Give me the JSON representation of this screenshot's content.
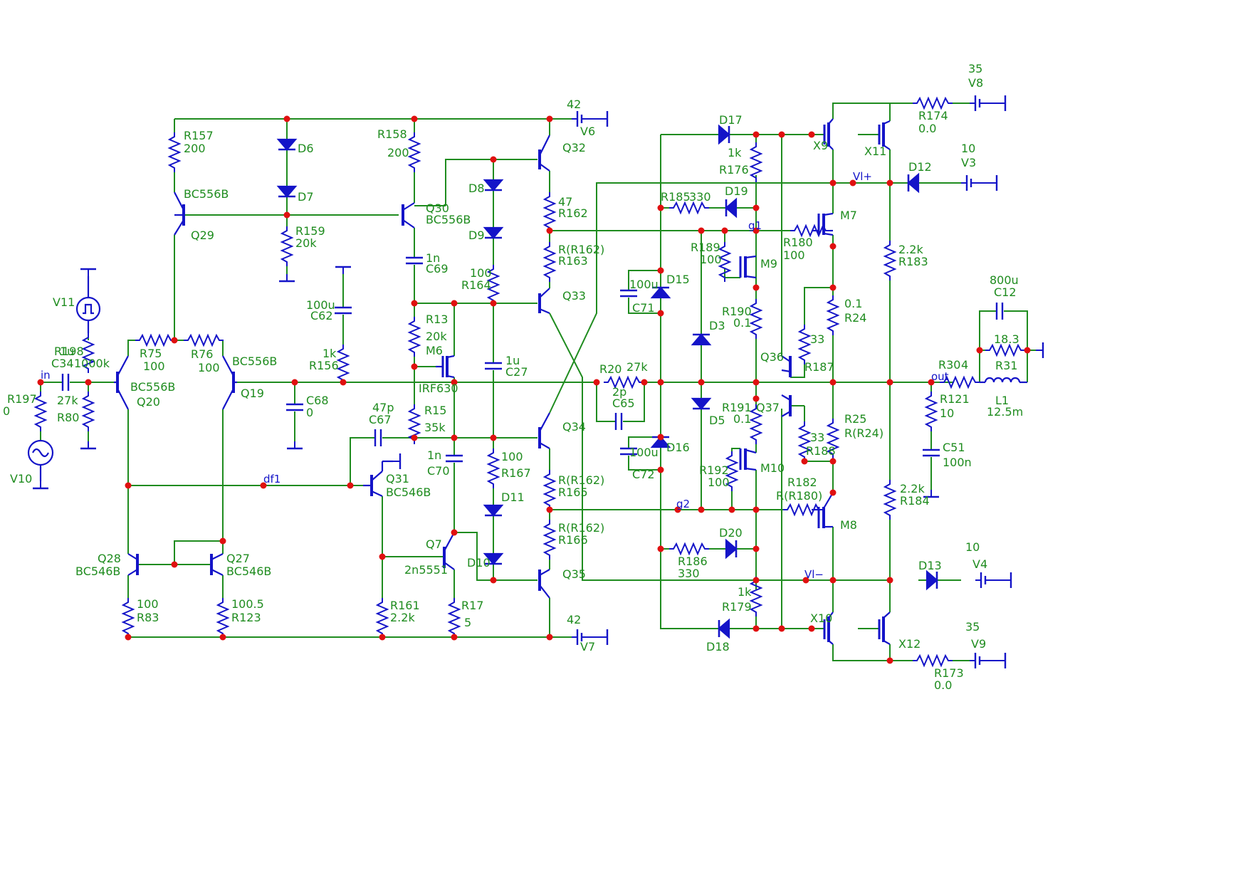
{
  "diagram": {
    "labels": {
      "v6_val": "42",
      "v6": "V6",
      "v7_val": "42",
      "v7": "V7",
      "v8_val": "35",
      "v8": "V8",
      "v9_val": "35",
      "v9": "V9",
      "v3_val": "10",
      "v3": "V3",
      "v4_val": "10",
      "v4": "V4",
      "r157": "R157",
      "r157_val": "200",
      "d6": "D6",
      "d7": "D7",
      "r158": "R158",
      "r158_val": "200",
      "q29_type": "BC556B",
      "q29": "Q29",
      "r159": "R159",
      "r159_val": "20k",
      "q30": "Q30",
      "q30_type": "BC556B",
      "q32": "Q32",
      "d8": "D8",
      "d9": "D9",
      "r162_val": "47",
      "r162": "R162",
      "r163_val": "R(R162)",
      "r163": "R163",
      "c69_val": "1n",
      "c69": "C69",
      "r164_val": "100",
      "r164": "R164",
      "q33": "Q33",
      "r13": "R13",
      "r13_val": "20k",
      "m6": "M6",
      "m6_type": "IRF630",
      "c27_val": "1u",
      "c27": "C27",
      "c62_val": "100u",
      "c62": "C62",
      "r156_val": "1k",
      "r156": "R156",
      "c68": "C68",
      "c68_val": "0",
      "v11": "V11",
      "r198": "R198",
      "r198_val": "1000k",
      "c34_val": "1u",
      "c34": "C34",
      "in_net": "in",
      "r197": "R197",
      "r197_val": "0",
      "r80_val": "27k",
      "r80": "R80",
      "v10": "V10",
      "r75": "R75",
      "r75_val": "100",
      "r76": "R76",
      "r76_val": "100",
      "q20_type": "BC556B",
      "q20": "Q20",
      "q19_type": "BC556B",
      "q19": "Q19",
      "c67_val": "47p",
      "c67": "C67",
      "r15": "R15",
      "r15_val": "35k",
      "c70_val": "1n",
      "c70": "C70",
      "q31": "Q31",
      "q31_type": "BC546B",
      "df1": "df1",
      "q34": "Q34",
      "r167_val": "100",
      "r167": "R167",
      "d11": "D11",
      "r165_val": "R(R162)",
      "r165": "R165",
      "r166_val": "R(R162)",
      "r166": "R166",
      "q7": "Q7",
      "q7_type": "2n5551",
      "d10": "D10",
      "q35": "Q35",
      "r161": "R161",
      "r161_val": "2.2k",
      "r17": "R17",
      "r17_val": "5",
      "q28": "Q28",
      "q28_type": "BC546B",
      "q27": "Q27",
      "q27_type": "BC546B",
      "r83_val": "100",
      "r83": "R83",
      "r123_val": "100.5",
      "r123": "R123",
      "d17": "D17",
      "r176_val": "1k",
      "r176": "R176",
      "x9": "X9",
      "x11": "X11",
      "r174": "R174",
      "r174_val": "0.0",
      "d12": "D12",
      "vl_plus": "Vl+",
      "r185": "R185",
      "r185_val": "330",
      "d19": "D19",
      "g1": "g1",
      "r180": "R180",
      "r180_val": "100",
      "m7": "M7",
      "r189": "R189",
      "r189_val": "100",
      "m9": "M9",
      "r183_val": "2.2k",
      "r183": "R183",
      "c71_val": "100u",
      "c71": "C71",
      "d15": "D15",
      "r190": "R190",
      "r190_val": "0.1",
      "r24_val": "0.1",
      "r24": "R24",
      "c12_val": "800u",
      "c12": "C12",
      "d3": "D3",
      "q36": "Q36",
      "r187_val": "33",
      "r187": "R187",
      "r31_val": "18.3",
      "r31": "R31",
      "r20": "R20",
      "r20_val": "27k",
      "c65_val": "2p",
      "c65": "C65",
      "r30": "R30",
      "r30_val": "4",
      "out_net": "out",
      "d5": "D5",
      "r191": "R191",
      "r191_val": "0.1",
      "q37": "Q37",
      "r25": "R25",
      "r25_val": "R(R24)",
      "r121": "R121",
      "r121_val": "10",
      "l1": "L1",
      "l1_val": "12.5m",
      "c72_val": "100u",
      "c72": "C72",
      "d16": "D16",
      "r188_val": "33",
      "r188": "R188",
      "c51": "C51",
      "c51_val": "100n",
      "r192": "R192",
      "r192_val": "100",
      "m10": "M10",
      "r182": "R182",
      "r182_val": "R(R180)",
      "r184_val": "2.2k",
      "r184": "R184",
      "g2": "g2",
      "m8": "M8",
      "d20": "D20",
      "r186": "R186",
      "r186_val": "330",
      "d13": "D13",
      "vl_minus": "Vl−",
      "r179_val": "1k",
      "r179": "R179",
      "d18": "D18",
      "x10": "X10",
      "x12": "X12",
      "r173": "R173",
      "r173_val": "0.0"
    },
    "colors": {
      "wire": "#1f8c1f",
      "component": "#1414c8",
      "node": "#e01010",
      "label": "#1f8c1f"
    }
  }
}
